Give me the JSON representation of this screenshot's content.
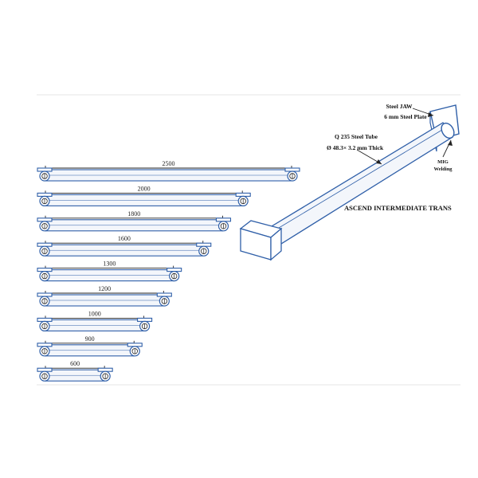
{
  "transoms": [
    {
      "length_label": "2500",
      "length_mm": 2500
    },
    {
      "length_label": "2000",
      "length_mm": 2000
    },
    {
      "length_label": "1800",
      "length_mm": 1800
    },
    {
      "length_label": "1600",
      "length_mm": 1600
    },
    {
      "length_label": "1300",
      "length_mm": 1300
    },
    {
      "length_label": "1200",
      "length_mm": 1200
    },
    {
      "length_label": "1000",
      "length_mm": 1000
    },
    {
      "length_label": "900",
      "length_mm": 900
    },
    {
      "length_label": "600",
      "length_mm": 600
    }
  ],
  "callouts": {
    "jaw_line1": "Steel JAW",
    "jaw_line2": "6 mm Steel Plate",
    "tube_line1": "Q 235 Steel Tube",
    "tube_line2": "Ø 48.3× 3.2 mm Thick",
    "weld_line1": "MIG",
    "weld_line2": "Welding"
  },
  "product_title": "ASCEND INTERMEDIATE TRANS",
  "colors": {
    "outline": "#2f5fa8",
    "tube_fill": "#f3f6fb",
    "line": "#222222"
  },
  "icons": {
    "end_fitting": "wedge-clamp-icon"
  }
}
